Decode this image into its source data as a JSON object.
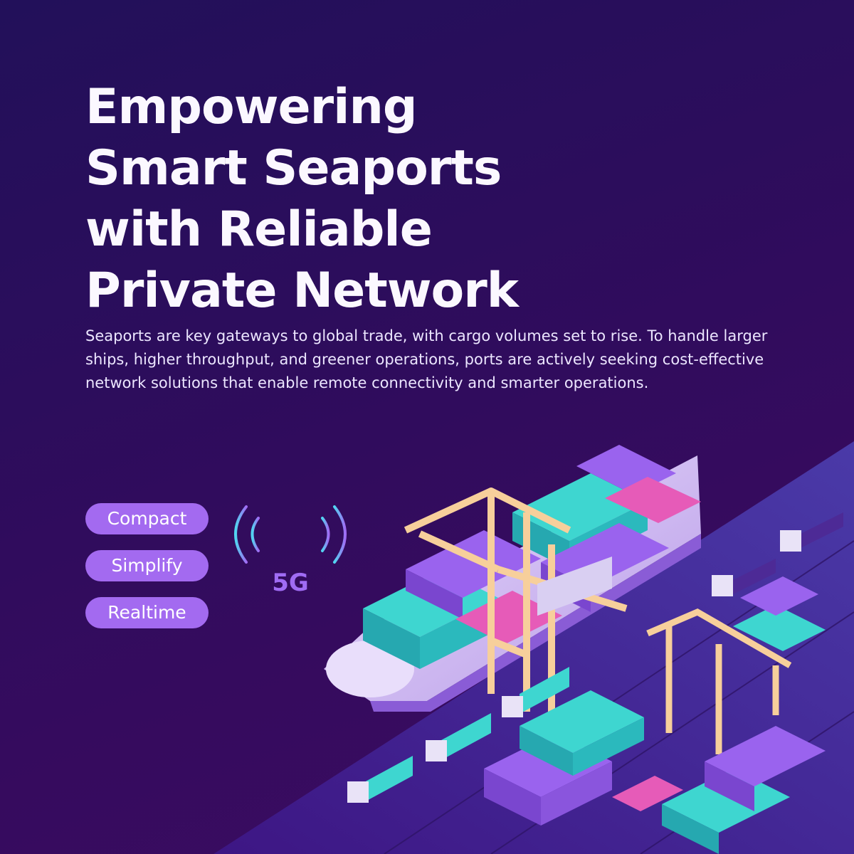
{
  "headline": {
    "lines": [
      "Empowering",
      "Smart Seaports",
      "with Reliable",
      "Private Network"
    ]
  },
  "description": "Seaports are key gateways to global trade, with cargo volumes set to rise. To handle larger ships, higher throughput, and greener operations, ports are actively seeking cost-effective network solutions that enable remote connectivity and smarter operations.",
  "features": [
    "Compact",
    "Simplify",
    "Realtime"
  ],
  "antenna": {
    "label": "5G",
    "icon": "signal-tower-icon"
  },
  "colors": {
    "pill": "#a36af0",
    "container_cyan": "#3ed6d0",
    "container_purple": "#9a63ee",
    "container_pink": "#e65bb8",
    "crane": "#f7cf9b",
    "signal_cyan": "#50d6f0",
    "signal_purple": "#a06cf4"
  }
}
